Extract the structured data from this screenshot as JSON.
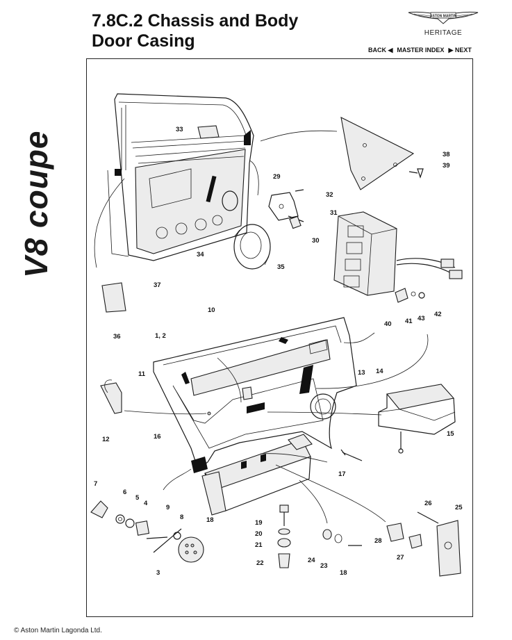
{
  "logo_text": "V8 coupe",
  "title": {
    "line1": "7.8C.2 Chassis and Body",
    "line2": "Door Casing"
  },
  "brand": {
    "emblem_text": "ASTON MARTIN",
    "heritage": "HERITAGE"
  },
  "nav": {
    "back": "BACK ◀",
    "master_index": "MASTER INDEX",
    "next": "▶ NEXT"
  },
  "diagram": {
    "callouts": [
      "33",
      "38",
      "39",
      "29",
      "32",
      "31",
      "30",
      "34",
      "35",
      "37",
      "36",
      "10",
      "1, 2",
      "11",
      "13",
      "14",
      "40",
      "41",
      "43",
      "42",
      "12",
      "16",
      "15",
      "17",
      "7",
      "6",
      "5",
      "4",
      "9",
      "8",
      "3",
      "18",
      "19",
      "20",
      "21",
      "22",
      "24",
      "23",
      "18",
      "28",
      "27",
      "26",
      "25"
    ]
  },
  "copyright": "© Aston Martin Lagonda Ltd."
}
